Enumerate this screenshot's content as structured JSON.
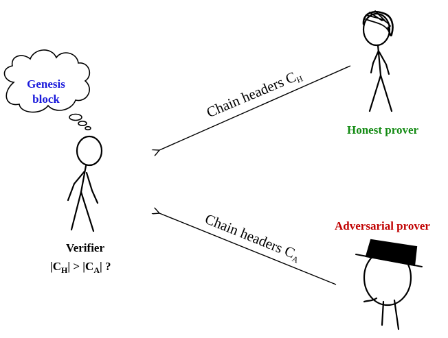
{
  "thought": {
    "line1": "Genesis",
    "line2": "block",
    "color": "#1a1adb"
  },
  "verifier": {
    "title": "Verifier",
    "formula_part1": "|C",
    "formula_sub1": "H",
    "formula_part2": "| > |C",
    "formula_sub2": "A",
    "formula_part3": "| ?"
  },
  "honest": {
    "label": "Honest prover",
    "color": "#128a12"
  },
  "adversarial": {
    "label": "Adversarial prover",
    "color": "#c00000"
  },
  "arrow_top": {
    "text": "Chain headers C",
    "sub": "H"
  },
  "arrow_bottom": {
    "text": "Chain headers C",
    "sub": "A"
  }
}
